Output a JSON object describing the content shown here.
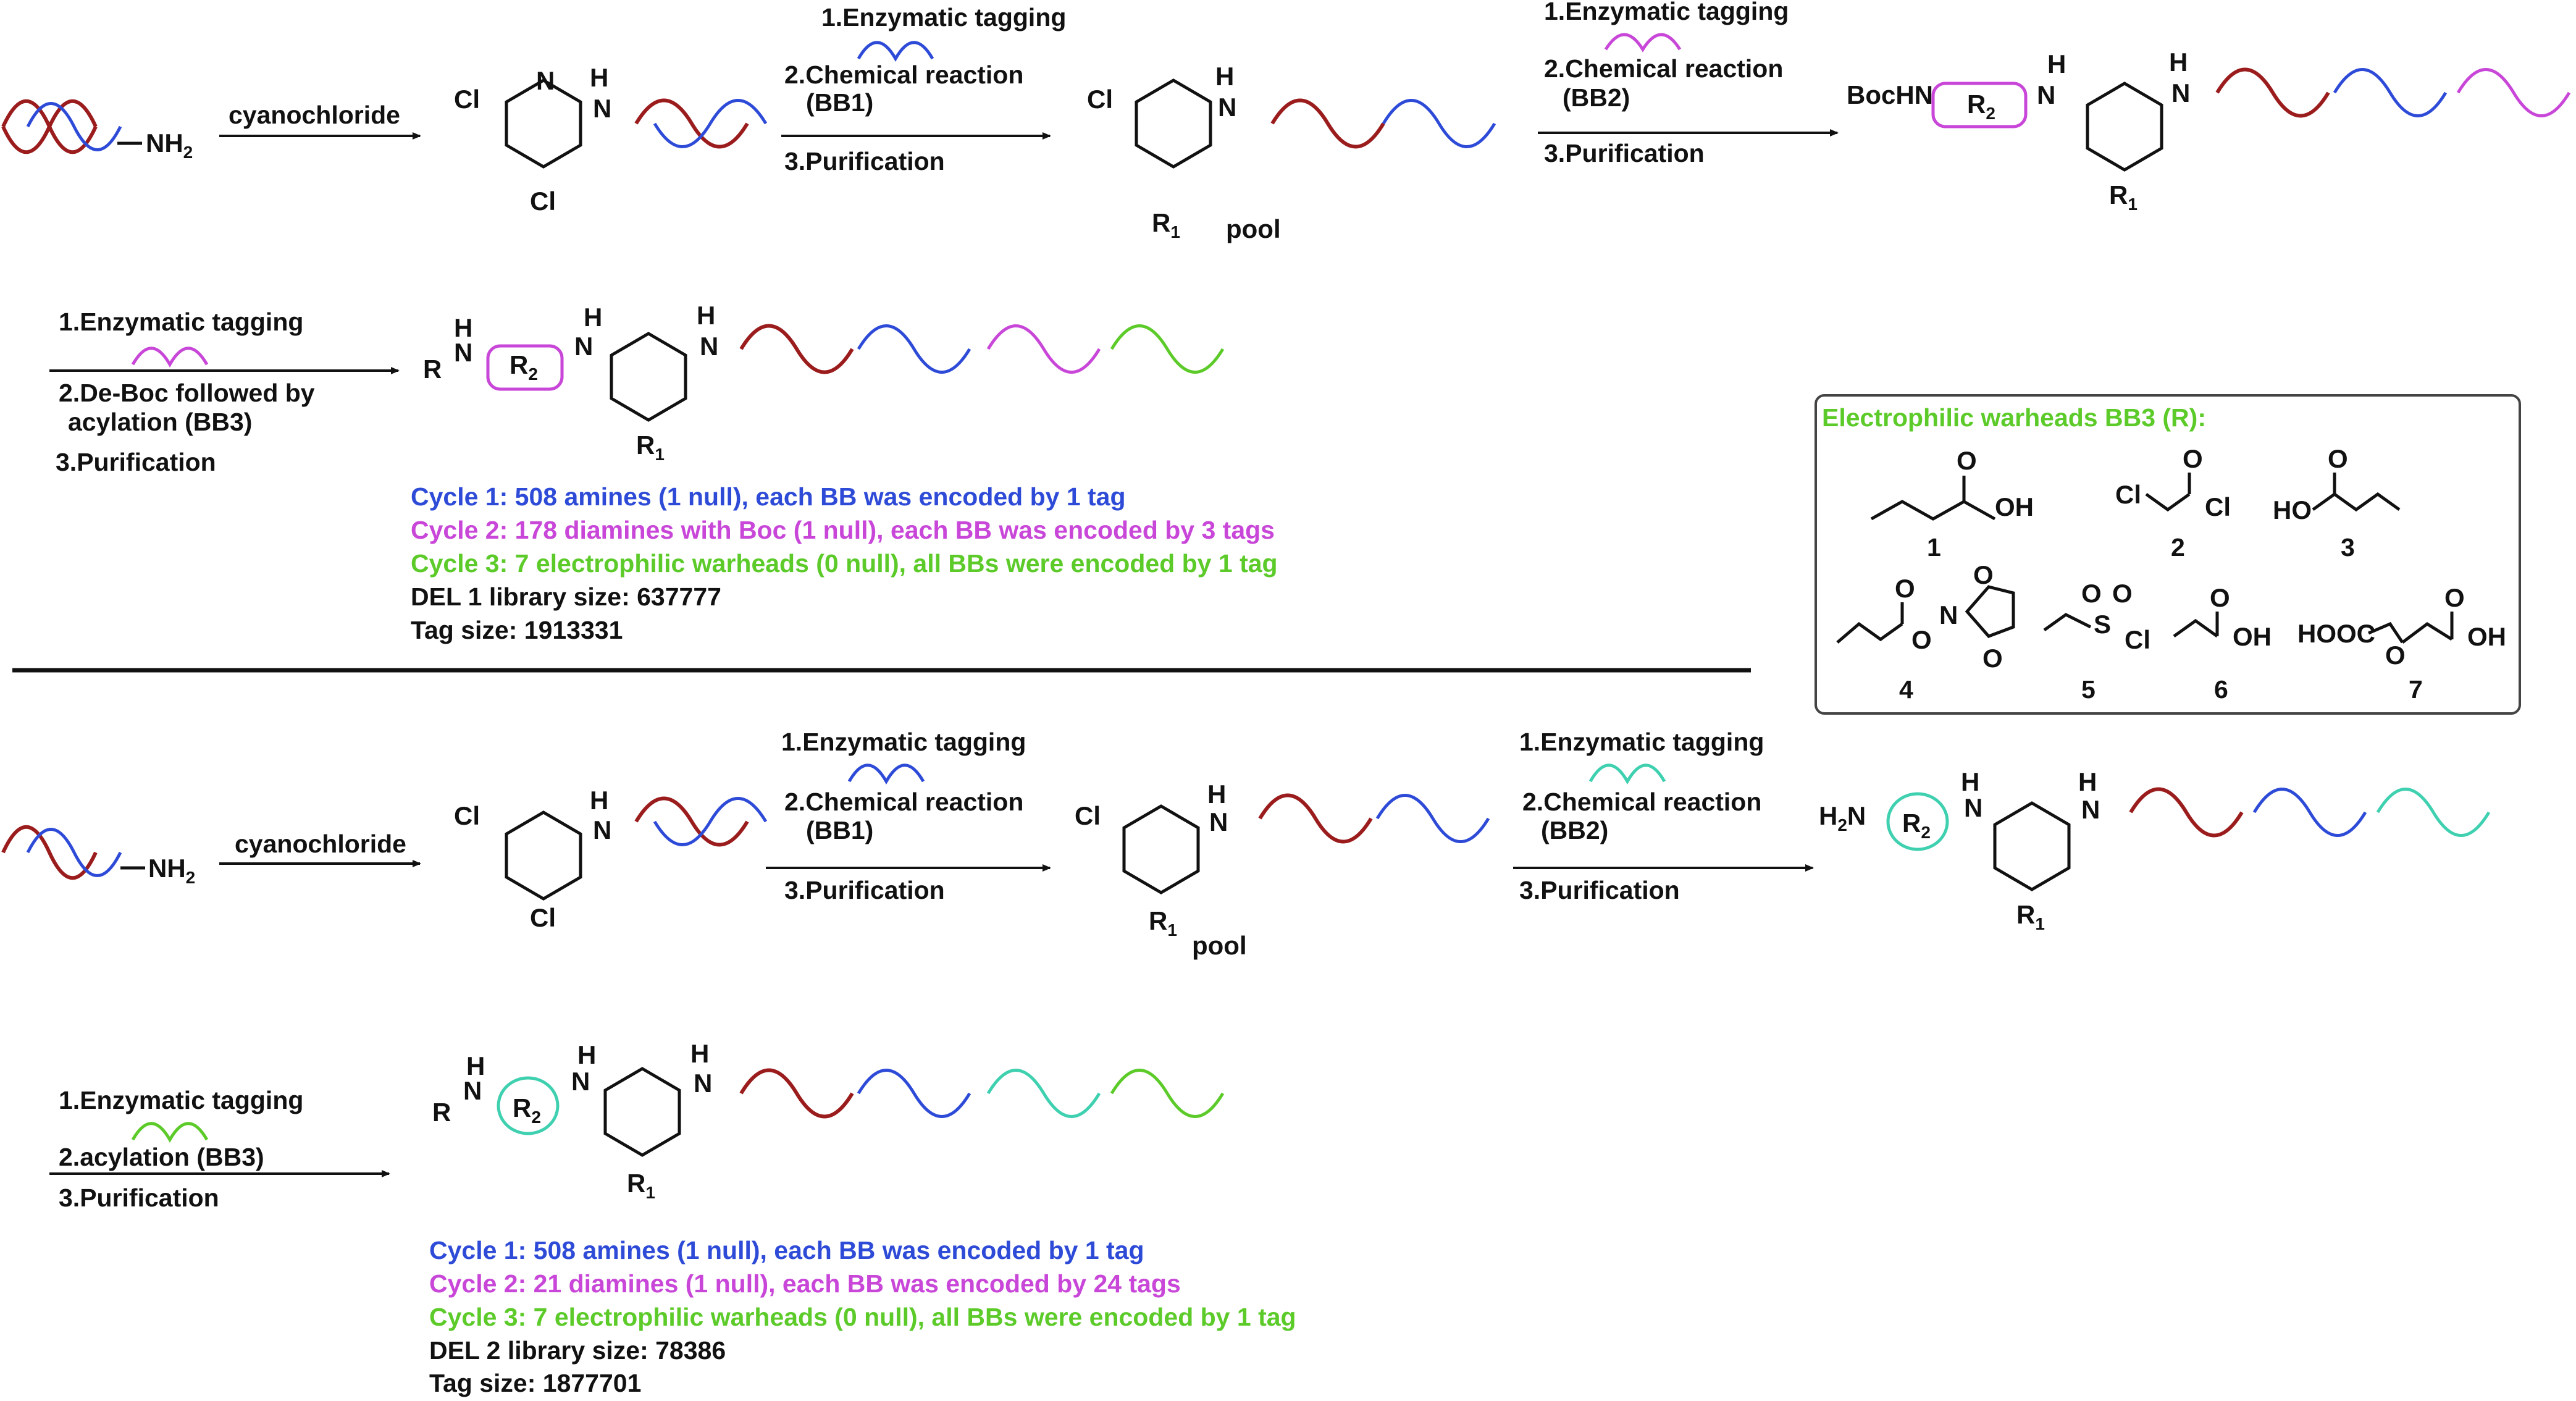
{
  "colors": {
    "blue": "#2E4BD8",
    "magenta": "#C846D8",
    "green": "#5CCB2A",
    "teal": "#3FD0B0",
    "red": "#9B1C1C",
    "black": "#111111"
  },
  "atoms": {
    "Cl": "Cl",
    "N": "N",
    "H": "H",
    "NH": "NH",
    "NH2": "NH",
    "sub2": "2",
    "sub1": "1",
    "R": "R",
    "BocHN": "BocHN",
    "H2N": "H",
    "O": "O",
    "S": "S",
    "OH": "OH",
    "HO": "HO",
    "HOOC": "HOOC"
  },
  "reagents": {
    "cyanochloride": "cyanochloride",
    "enzymatic": "1.Enzymatic tagging",
    "chemical": "2.Chemical reaction",
    "bb1": "(BB1)",
    "bb2": "(BB2)",
    "purification": "3.Purification",
    "deboc_line1": "2.De-Boc followed by",
    "deboc_line2": "acylation (BB3)",
    "acylation": "2.acylation (BB3)",
    "pool": "pool"
  },
  "warheads": {
    "title": "Electrophilic warheads BB3 (R):",
    "numbers": [
      "1",
      "2",
      "3",
      "4",
      "5",
      "6",
      "7"
    ]
  },
  "del1": {
    "cycle1": "Cycle 1: 508 amines (1 null), each BB was encoded by 1 tag",
    "cycle2": "Cycle 2: 178 diamines with Boc (1 null), each BB was encoded by 3 tags",
    "cycle3": "Cycle 3: 7 electrophilic warheads (0 null), all BBs were encoded by 1 tag",
    "library": "DEL 1 library size: 637777",
    "tags": "Tag size: 1913331"
  },
  "del2": {
    "cycle1": "Cycle 1: 508 amines (1 null), each BB was encoded by 1 tag",
    "cycle2": "Cycle 2: 21  diamines (1 null), each BB was encoded by 24 tags",
    "cycle3": "Cycle 3: 7 electrophilic warheads (0 null), all BBs were encoded by 1 tag",
    "library": "DEL 2 library size: 78386",
    "tags": "Tag size: 1877701"
  }
}
